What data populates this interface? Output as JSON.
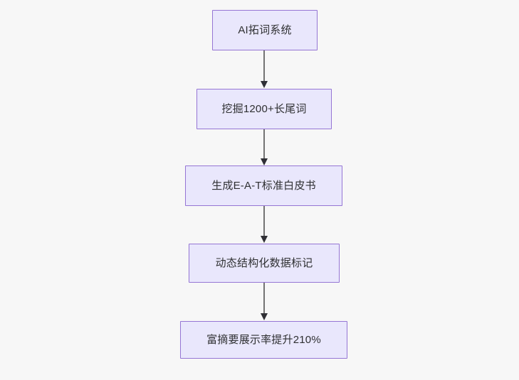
{
  "diagram": {
    "type": "flowchart",
    "orientation": "top-to-bottom",
    "background_color": "#f7f7f7",
    "node_fill_color": "#e9e7fc",
    "node_border_color": "#9575d4",
    "node_text_color": "#2f3032",
    "edge_color": "#737373",
    "arrowhead_color": "#2f2f35",
    "nodes": [
      {
        "id": "n1",
        "label": "AI拓词系统"
      },
      {
        "id": "n2",
        "label": "挖掘1200+长尾词"
      },
      {
        "id": "n3",
        "label": "生成E-A-T标准白皮书"
      },
      {
        "id": "n4",
        "label": "动态结构化数据标记"
      },
      {
        "id": "n5",
        "label": "富摘要展示率提升210%"
      }
    ],
    "edges": [
      {
        "from": "n1",
        "to": "n2"
      },
      {
        "from": "n2",
        "to": "n3"
      },
      {
        "from": "n3",
        "to": "n4"
      },
      {
        "from": "n4",
        "to": "n5"
      }
    ]
  }
}
